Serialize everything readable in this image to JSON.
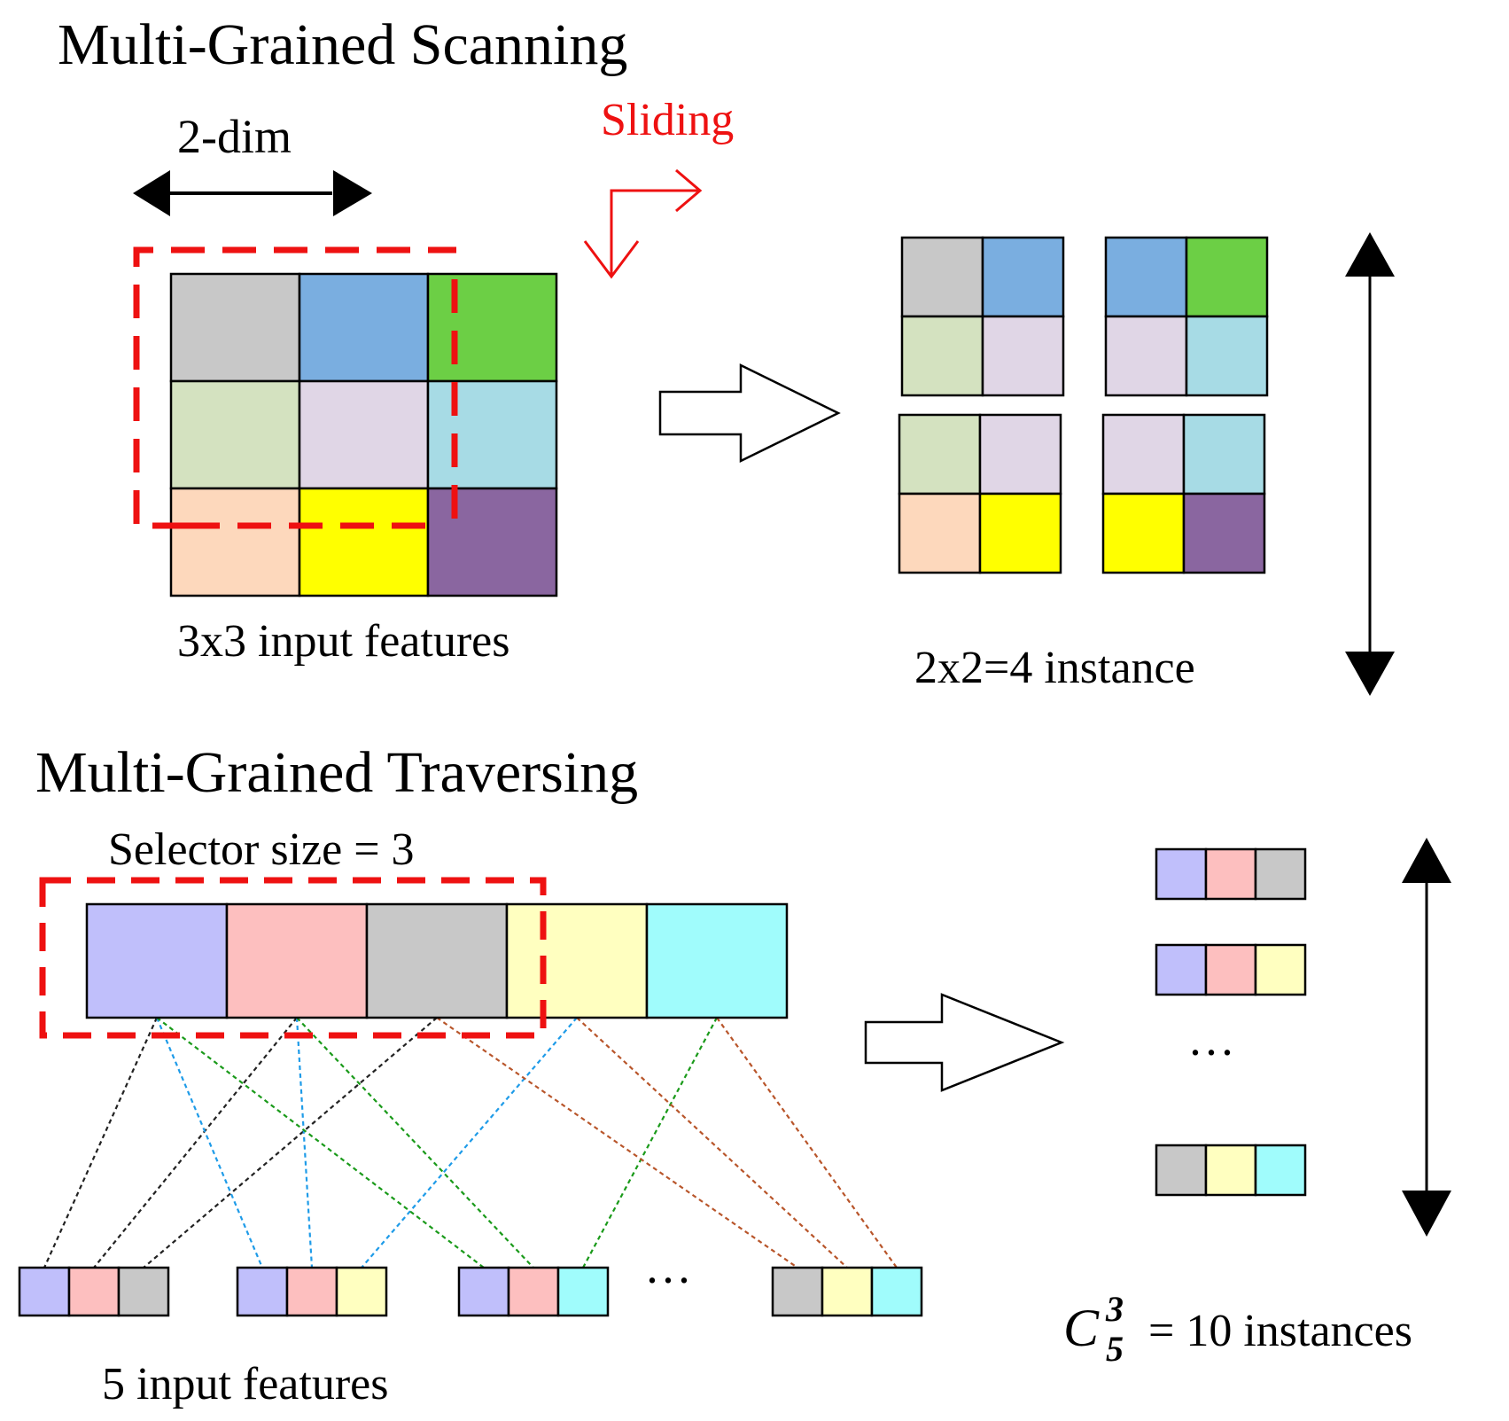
{
  "scanning": {
    "title": "Multi-Grained Scanning",
    "dim_label": "2-dim",
    "sliding_label": "Sliding",
    "input_caption": "3x3 input features",
    "output_caption": "2x2=4 instance",
    "grid_colors": [
      [
        "#c8c8c8",
        "#7aaee0",
        "#6ccf45"
      ],
      [
        "#d4e2c0",
        "#e0d6e6",
        "#a7dbe5"
      ],
      [
        "#fdd8bc",
        "#ffff00",
        "#8a66a0"
      ]
    ],
    "accent_color": "#ee1111"
  },
  "traversing": {
    "title": "Multi-Grained Traversing",
    "selector_label": "Selector size = 3",
    "input_caption": "5 input features",
    "ellipsis": "···",
    "output_ellipsis": "···",
    "formula_base": "C",
    "formula_sub": "5",
    "formula_sup": "3",
    "formula_rest": " = 10 instances",
    "feature_colors": [
      "#c0bffb",
      "#fdbfbf",
      "#c8c8c8",
      "#ffffc0",
      "#a0fcfc"
    ],
    "subset_indices": [
      [
        0,
        1,
        2
      ],
      [
        0,
        1,
        3
      ],
      [
        0,
        1,
        4
      ],
      [
        2,
        3,
        4
      ]
    ],
    "output_indices": [
      [
        0,
        1,
        2
      ],
      [
        0,
        1,
        3
      ],
      [
        2,
        3,
        4
      ]
    ],
    "link_colors": [
      "#222222",
      "#1e9be8",
      "#1a9a1a",
      "#b8552a"
    ]
  }
}
